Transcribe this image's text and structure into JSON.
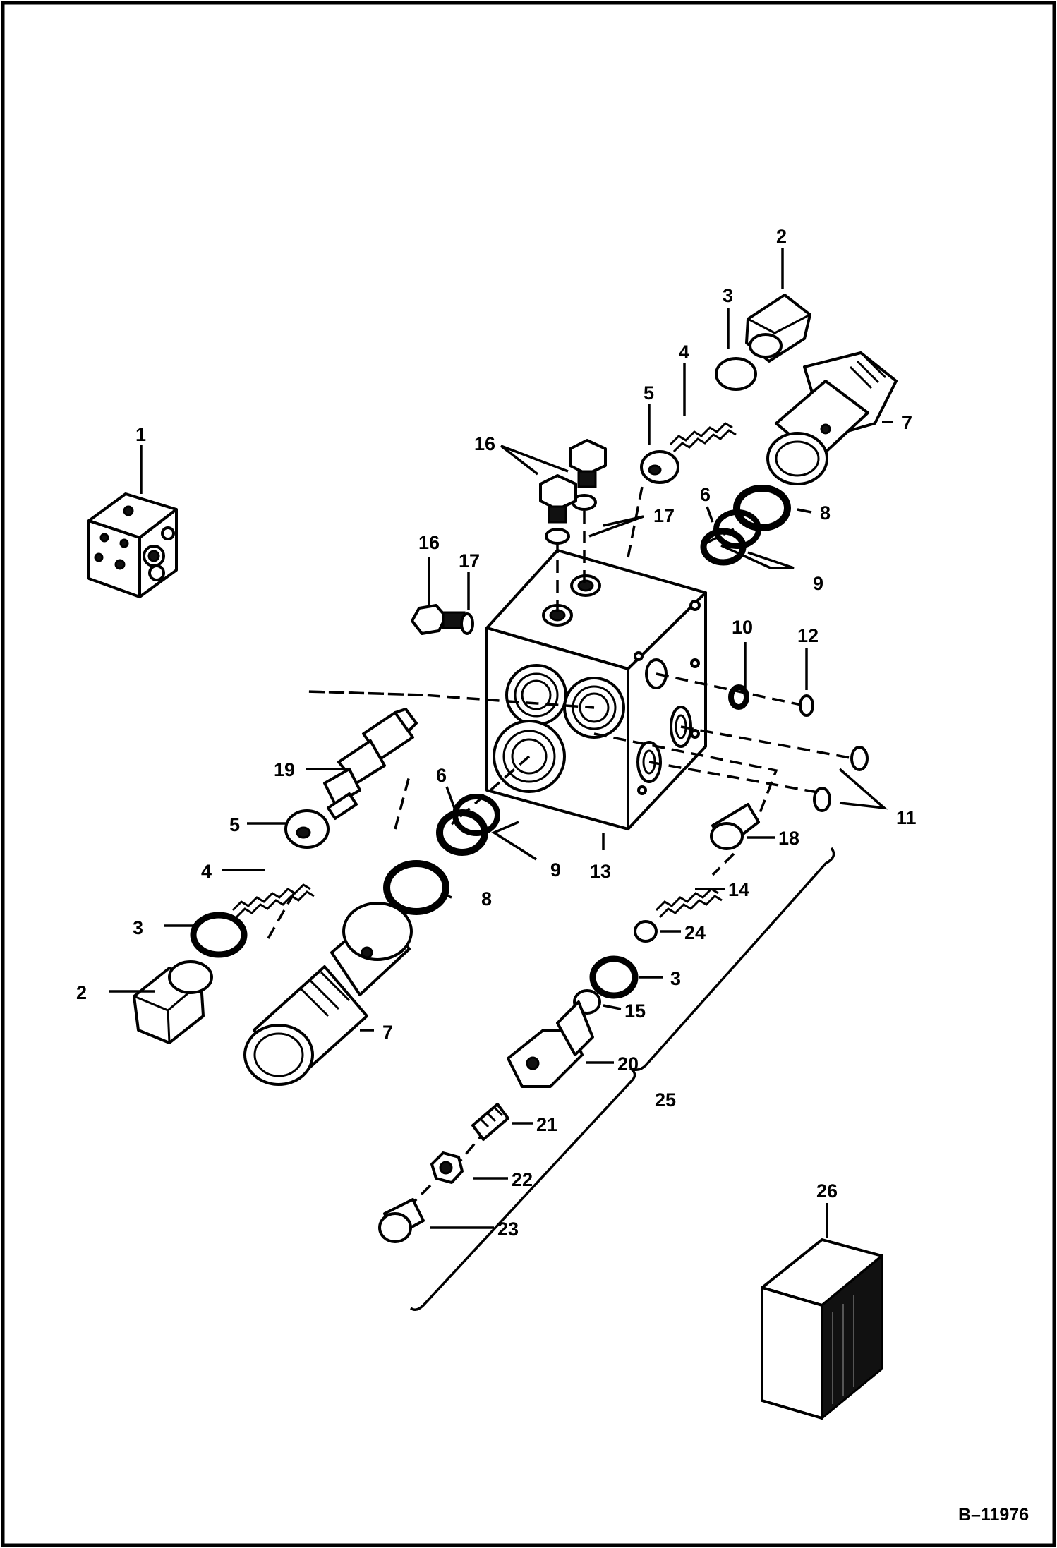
{
  "figure_ref": "B–11976",
  "callouts": {
    "c1": "1",
    "c2a": "2",
    "c2b": "2",
    "c3a": "3",
    "c3b": "3",
    "c3c": "3",
    "c4a": "4",
    "c4b": "4",
    "c5a": "5",
    "c5b": "5",
    "c6a": "6",
    "c6b": "6",
    "c7a": "7",
    "c7b": "7",
    "c8a": "8",
    "c8b": "8",
    "c9a": "9",
    "c9b": "9",
    "c10": "10",
    "c11": "11",
    "c12": "12",
    "c13": "13",
    "c14": "14",
    "c15": "15",
    "c16a": "16",
    "c16b": "16",
    "c17a": "17",
    "c17b": "17",
    "c18": "18",
    "c19": "19",
    "c20": "20",
    "c21": "21",
    "c22": "22",
    "c23": "23",
    "c24": "24",
    "c25": "25",
    "c26": "26"
  }
}
